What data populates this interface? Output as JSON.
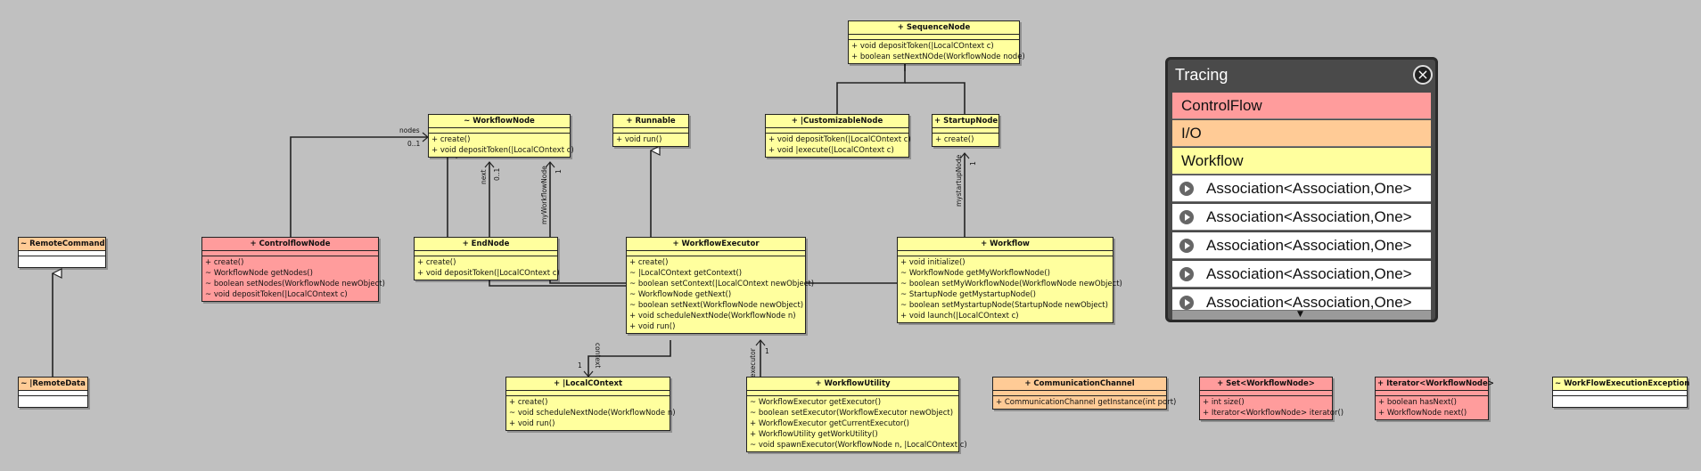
{
  "classes": {
    "sequence_node": {
      "header": "+ SequenceNode",
      "ops": [
        "+ void depositToken(|LocalCOntext c)",
        "+ boolean setNextNOde(WorkflowNode node)"
      ]
    },
    "workflow_node": {
      "header": "~ WorkflowNode",
      "ops": [
        "+ create()",
        "+ void depositToken(|LocalCOntext c)"
      ]
    },
    "runnable": {
      "header": "+ Runnable",
      "ops": [
        "+ void run()"
      ]
    },
    "customizable_node": {
      "header": "+ |CustomizableNode",
      "ops": [
        "+ void depositToken(|LocalCOntext c)",
        "+ void |execute(|LocalCOntext c)"
      ]
    },
    "startup_node": {
      "header": "+ StartupNode",
      "ops": [
        "+ create()"
      ]
    },
    "remote_command": {
      "header": "~ RemoteCommand",
      "ops": []
    },
    "controlflow_node": {
      "header": "+ ControlflowNode",
      "ops": [
        "+ create()",
        "~ WorkflowNode getNodes()",
        "~ boolean setNodes(WorkflowNode newObject)",
        "~ void depositToken(|LocalCOntext c)"
      ]
    },
    "end_node": {
      "header": "+ EndNode",
      "ops": [
        "+ create()",
        "+ void depositToken(|LocalCOntext c)"
      ]
    },
    "workflow_executor": {
      "header": "+ WorkflowExecutor",
      "ops": [
        "+ create()",
        "~ |LocalCOntext getContext()",
        "~ boolean setContext(|LocalCOntext newObject)",
        "~ WorkflowNode getNext()",
        "~ boolean setNext(WorkflowNode newObject)",
        "+ void scheduleNextNode(WorkflowNode n)",
        "+ void run()"
      ]
    },
    "workflow": {
      "header": "+ Workflow",
      "ops": [
        "+ void initialize()",
        "~ WorkflowNode getMyWorkflowNode()",
        "~ boolean setMyWorkflowNode(WorkflowNode newObject)",
        "~ StartupNode getMystartupNode()",
        "~ boolean setMystartupNode(StartupNode newObject)",
        "+ void launch(|LocalCOntext c)"
      ]
    },
    "remote_data": {
      "header": "~ |RemoteData",
      "ops": []
    },
    "local_context": {
      "header": "+ |LocalCOntext",
      "ops": [
        "+ create()",
        "~ void scheduleNextNode(WorkflowNode n)",
        "+ void run()"
      ]
    },
    "workflow_utility": {
      "header": "+ WorkflowUtility",
      "ops": [
        "~ WorkflowExecutor getExecutor()",
        "~ boolean setExecutor(WorkflowExecutor newObject)",
        "+ WorkflowExecutor getCurrentExecutor()",
        "+ WorkflowUtility getWorkUtility()",
        "~ void spawnExecutor(WorkflowNode n, |LocalCOntext c)"
      ]
    },
    "communication_channel": {
      "header": "+ CommunicationChannel",
      "ops": [
        "+ CommunicationChannel getInstance(int port)"
      ]
    },
    "set_workflow_node": {
      "header": "+ Set<WorkflowNode>",
      "ops": [
        "+ int size()",
        "+ Iterator<WorkflowNode> iterator()"
      ]
    },
    "iterator_workflow_node": {
      "header": "+ Iterator<WorkflowNode>",
      "ops": [
        "+ boolean hasNext()",
        "+ WorkflowNode next()"
      ]
    },
    "workflow_execution_exception": {
      "header": "~ WorkFlowExecutionException",
      "ops": []
    }
  },
  "edge_labels": {
    "nodes": "nodes",
    "nodes_mult": "0..1",
    "next": "next",
    "next_mult": "0..1",
    "my_workflow_node": "myWorkflowNode",
    "my_workflow_node_mult": "1",
    "my_startup_node": "mystartupNode",
    "my_startup_node_mult": "1",
    "context": "context",
    "context_mult": "1",
    "executor": "executor",
    "executor_mult": "1"
  },
  "tracing": {
    "title": "Tracing",
    "categories": [
      {
        "label": "ControlFlow",
        "color": "#ff9c9c"
      },
      {
        "label": "I/O",
        "color": "#ffcb96"
      },
      {
        "label": "Workflow",
        "color": "#ffff9e"
      }
    ],
    "associations": [
      "Association<Association,One>",
      "Association<Association,One>",
      "Association<Association,One>",
      "Association<Association,One>",
      "Association<Association,One>"
    ],
    "close_icon": "close-icon",
    "play_icon": "play-icon"
  }
}
